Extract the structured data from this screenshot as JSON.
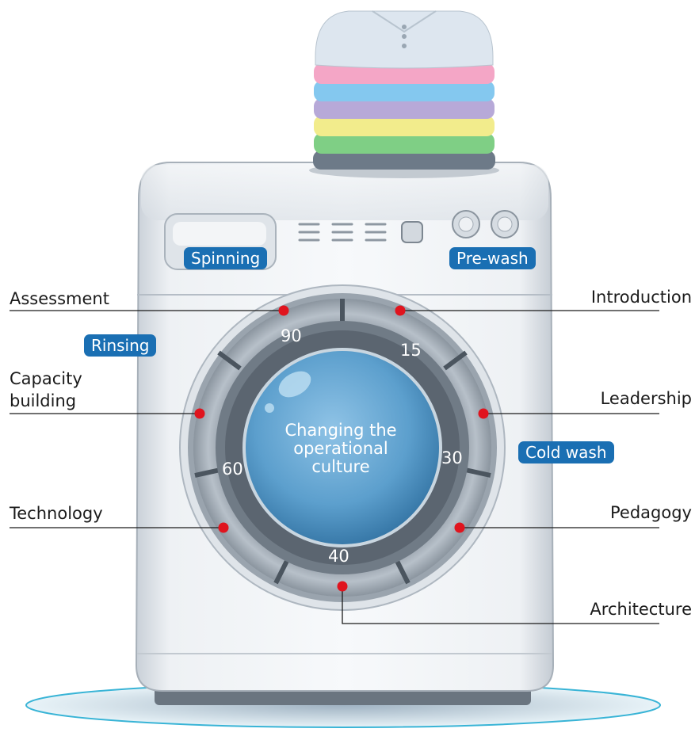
{
  "center_text": "Changing the operational culture",
  "center_lines": [
    "Changing the",
    "operational",
    "culture"
  ],
  "labels": {
    "assessment": "Assessment",
    "introduction": "Introduction",
    "capacity_building_1": "Capacity",
    "capacity_building_2": "building",
    "leadership": "Leadership",
    "technology": "Technology",
    "pedagogy": "Pedagogy",
    "architecture": "Architecture"
  },
  "pills": {
    "spinning": "Spinning",
    "pre_wash": "Pre-wash",
    "rinsing": "Rinsing",
    "cold_wash": "Cold wash"
  },
  "dial_numbers": {
    "n90": "90",
    "n15": "15",
    "n30": "30",
    "n60": "60",
    "n40": "40"
  },
  "colors": {
    "pill": "#1a6fb3",
    "dot": "#e0141e",
    "drum": "#5fa3cf",
    "body": "#e9edf1"
  },
  "icons": [
    "folded-clothes-stack-icon",
    "washing-machine-icon",
    "detergent-drawer-icon",
    "control-knob-icon"
  ]
}
